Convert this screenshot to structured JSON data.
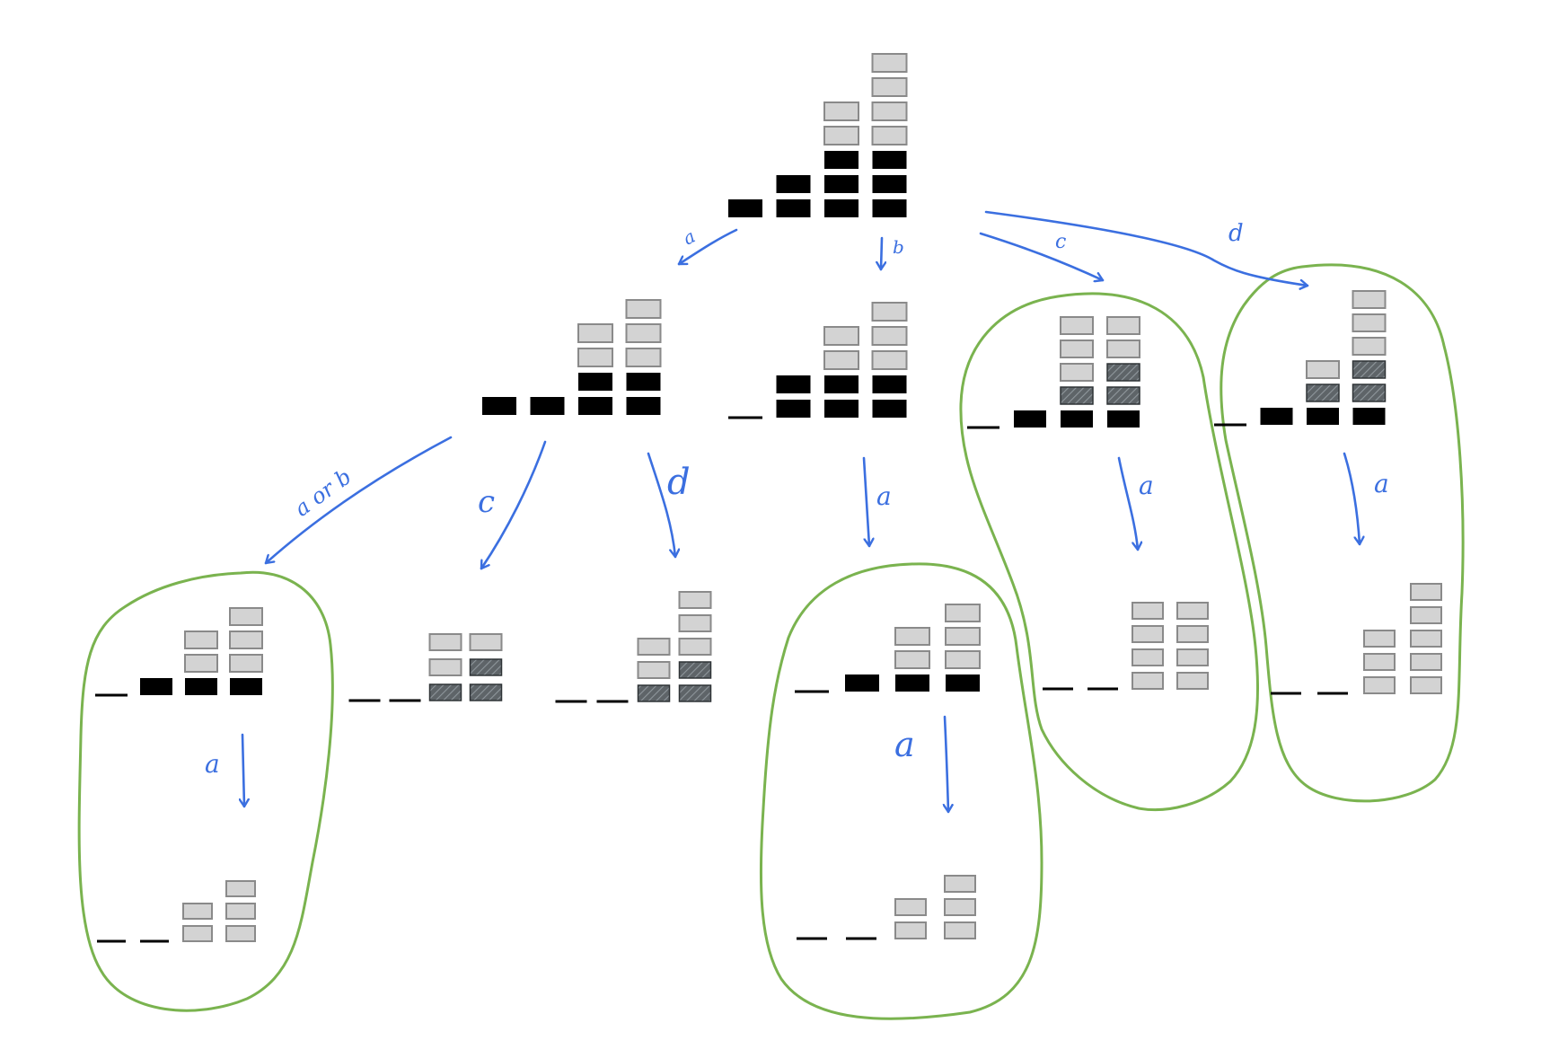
{
  "colors": {
    "arrow": "#3b6fe0",
    "circle": "#7ab34f",
    "black_block": "#000000",
    "gray_block_fill": "#d3d3d3",
    "gray_block_stroke": "#8a8a8a",
    "hatched_block": "#5e6468"
  },
  "legend_note": "block types: black = filled, gray = light, hatched = dark striped, dash = empty column",
  "nodes": [
    {
      "id": "root",
      "cols": [
        [
          "K"
        ],
        [
          "K",
          "K"
        ],
        [
          "K",
          "K",
          "K",
          "G",
          "G"
        ],
        [
          "K",
          "K",
          "K",
          "G",
          "G",
          "G",
          "G"
        ]
      ]
    },
    {
      "id": "after-a",
      "cols": [
        [
          "K"
        ],
        [
          "K"
        ],
        [
          "K",
          "K",
          "G",
          "G"
        ],
        [
          "K",
          "K",
          "G",
          "G",
          "G"
        ]
      ]
    },
    {
      "id": "after-b",
      "cols": [
        [],
        [
          "K",
          "K"
        ],
        [
          "K",
          "K",
          "G",
          "G"
        ],
        [
          "K",
          "K",
          "G",
          "G",
          "G"
        ]
      ]
    },
    {
      "id": "after-c",
      "cols": [
        [],
        [
          "K"
        ],
        [
          "K",
          "H",
          "G",
          "G",
          "G"
        ],
        [
          "K",
          "H",
          "H",
          "G",
          "G"
        ]
      ]
    },
    {
      "id": "after-d",
      "cols": [
        [],
        [
          "K"
        ],
        [
          "K",
          "H",
          "G"
        ],
        [
          "K",
          "H",
          "H",
          "G",
          "G",
          "G"
        ]
      ]
    },
    {
      "id": "a-ab",
      "cols": [
        [],
        [
          "K"
        ],
        [
          "K",
          "G",
          "G"
        ],
        [
          "K",
          "G",
          "G",
          "G"
        ]
      ]
    },
    {
      "id": "a-ab-a",
      "cols": [
        [],
        [],
        [
          "G",
          "G"
        ],
        [
          "G",
          "G",
          "G"
        ]
      ]
    },
    {
      "id": "a-c",
      "cols": [
        [],
        [],
        [
          "H",
          "G",
          "G"
        ],
        [
          "H",
          "H",
          "G"
        ]
      ]
    },
    {
      "id": "a-d",
      "cols": [
        [],
        [],
        [
          "H",
          "G",
          "G"
        ],
        [
          "H",
          "H",
          "G",
          "G",
          "G"
        ]
      ]
    },
    {
      "id": "b-a",
      "cols": [
        [],
        [
          "K"
        ],
        [
          "K",
          "G",
          "G"
        ],
        [
          "K",
          "G",
          "G",
          "G"
        ]
      ]
    },
    {
      "id": "b-a-a",
      "cols": [
        [],
        [],
        [
          "G",
          "G"
        ],
        [
          "G",
          "G",
          "G"
        ]
      ]
    },
    {
      "id": "c-a",
      "cols": [
        [],
        [],
        [
          "G",
          "G",
          "G",
          "G"
        ],
        [
          "G",
          "G",
          "G",
          "G"
        ]
      ]
    },
    {
      "id": "d-a",
      "cols": [
        [],
        [],
        [
          "G",
          "G",
          "G"
        ],
        [
          "G",
          "G",
          "G",
          "G",
          "G"
        ]
      ]
    }
  ],
  "edges": [
    {
      "id": "root-a",
      "label": "a"
    },
    {
      "id": "root-b",
      "label": "b"
    },
    {
      "id": "root-c",
      "label": "c"
    },
    {
      "id": "root-d",
      "label": "d"
    },
    {
      "id": "a-aorb",
      "label": "a or b"
    },
    {
      "id": "a-c",
      "label": "c"
    },
    {
      "id": "a-d",
      "label": "d"
    },
    {
      "id": "b-a",
      "label": "a"
    },
    {
      "id": "ab-a",
      "label": "a"
    },
    {
      "id": "ba-a",
      "label": "a"
    },
    {
      "id": "c-a",
      "label": "a"
    },
    {
      "id": "d-a",
      "label": "a"
    }
  ],
  "groups": [
    "group-a-or-b",
    "group-b-a",
    "group-c",
    "group-d"
  ]
}
